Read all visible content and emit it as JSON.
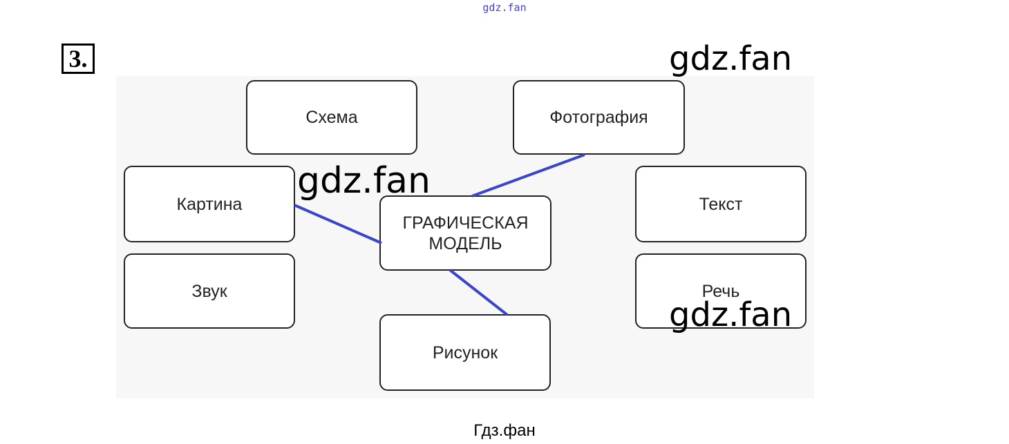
{
  "header": {
    "site_link": "gdz.fan",
    "task_number": "3."
  },
  "diagram": {
    "center": {
      "line1": "ГРАФИЧЕСКАЯ",
      "line2": "МОДЕЛЬ"
    },
    "nodes": {
      "schema": "Схема",
      "photo": "Фотография",
      "painting": "Картина",
      "sound": "Звук",
      "text": "Текст",
      "speech": "Речь",
      "drawing": "Рисунок"
    },
    "connected": [
      "Картина",
      "Фотография",
      "Рисунок"
    ],
    "line_color": "#3a46c8"
  },
  "watermarks": {
    "wm1": "gdz.fan",
    "wm2": "gdz.fan",
    "wm3": "gdz.fan"
  },
  "footer": {
    "text": "Гдз.фан"
  }
}
